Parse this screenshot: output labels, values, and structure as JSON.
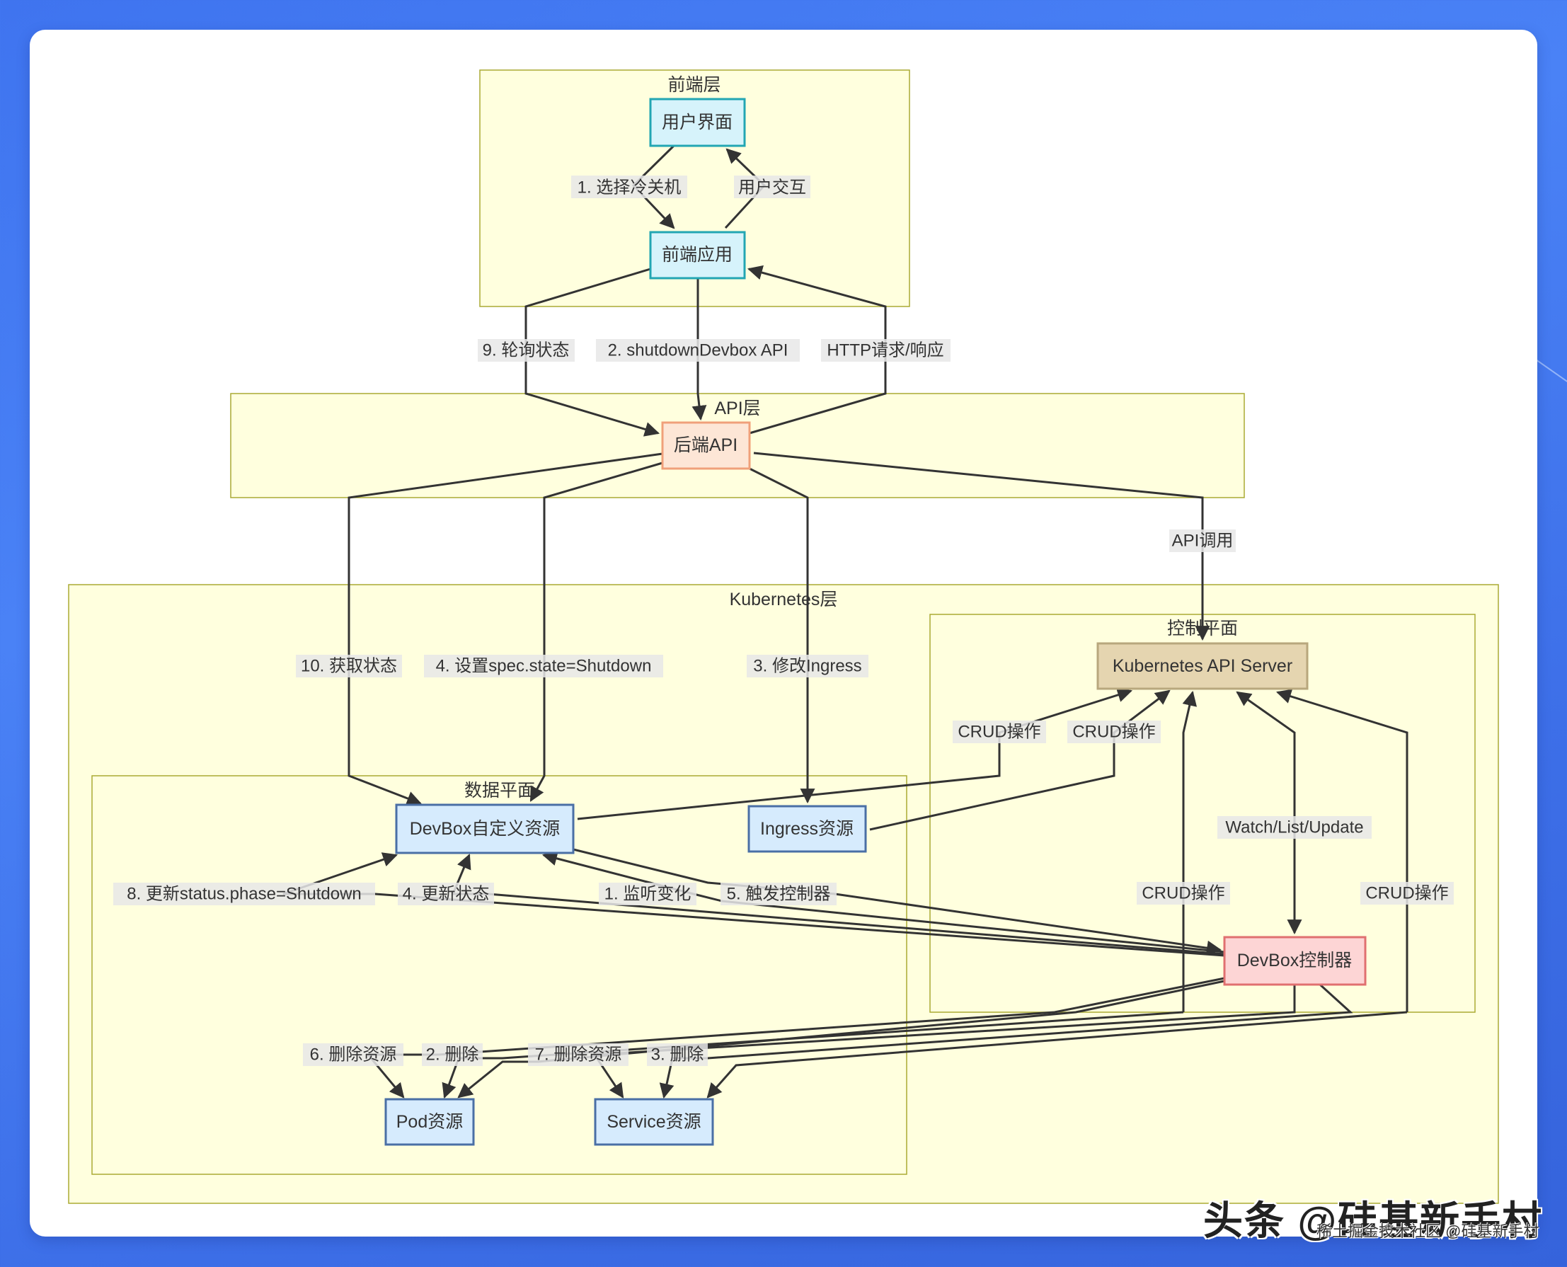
{
  "diagram": {
    "clusters": {
      "frontend": "前端层",
      "api": "API层",
      "kubernetes": "Kubernetes层",
      "control_plane": "控制平面",
      "data_plane": "数据平面"
    },
    "nodes": {
      "user_ui": "用户界面",
      "frontend_app": "前端应用",
      "backend_api": "后端API",
      "k8s_api_server": "Kubernetes API Server",
      "devbox_controller": "DevBox控制器",
      "devbox_cr": "DevBox自定义资源",
      "ingress": "Ingress资源",
      "pod": "Pod资源",
      "service": "Service资源"
    },
    "edges": {
      "select_cold_shutdown": "1. 选择冷关机",
      "user_interaction": "用户交互",
      "poll_status": "9. 轮询状态",
      "shutdown_api": "2. shutdownDevbox API",
      "http_req_resp": "HTTP请求/响应",
      "api_call": "API调用",
      "get_status": "10. 获取状态",
      "set_spec_state": "4. 设置spec.state=Shutdown",
      "modify_ingress": "3. 修改Ingress",
      "crud_1": "CRUD操作",
      "crud_2": "CRUD操作",
      "crud_3": "CRUD操作",
      "crud_4": "CRUD操作",
      "watch_list_update": "Watch/List/Update",
      "update_phase": "8. 更新status.phase=Shutdown",
      "update_status": "4. 更新状态",
      "watch_changes": "1. 监听变化",
      "trigger_controller": "5. 触发控制器",
      "delete_resources_6": "6. 删除资源",
      "delete_2": "2. 删除",
      "delete_resources_7": "7. 删除资源",
      "delete_3": "3. 删除"
    },
    "colors": {
      "cluster_fill": "#ffffde",
      "cluster_stroke": "#aaaa33",
      "frontend_node_fill": "#d6f3fb",
      "frontend_node_stroke": "#22a6b3",
      "backend_node_fill": "#fde6d6",
      "backend_node_stroke": "#f0a07a",
      "apiserver_fill": "#e5d5b0",
      "apiserver_stroke": "#b8a77d",
      "controller_fill": "#fdd5d5",
      "controller_stroke": "#e07070",
      "resource_fill": "#d6ebfd",
      "resource_stroke": "#4a6fa5"
    }
  },
  "watermark": {
    "main": "头条 @硅基新手村",
    "sub": "稀土掘金技术社区 @硅基新手村"
  }
}
